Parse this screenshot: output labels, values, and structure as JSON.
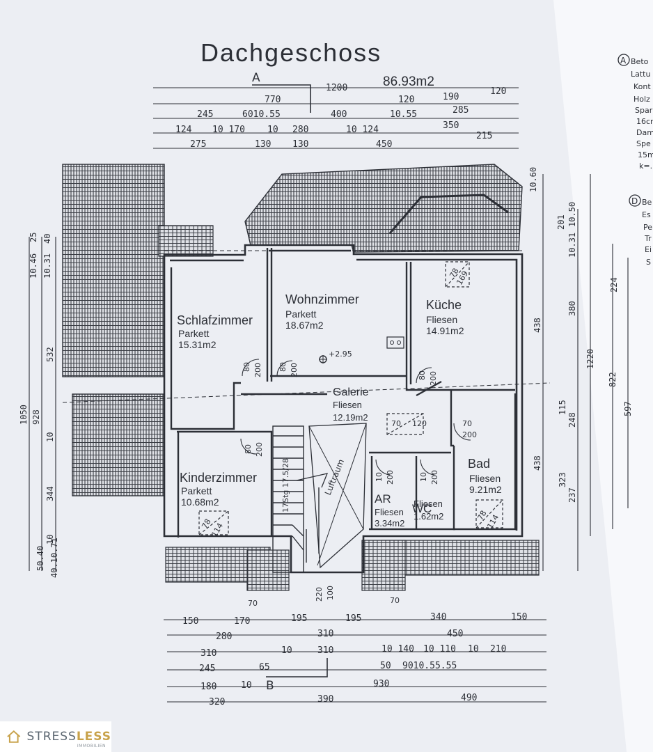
{
  "plan": {
    "title": "Dachgeschoss",
    "area_total": "86.93m2",
    "section_a": "A",
    "section_b": "B",
    "stair_label": "17Stg 17.5/28",
    "airspace_label": "Luftraum",
    "height_mark": "+2.95"
  },
  "rooms": [
    {
      "name": "Schlafzimmer",
      "floor": "Parkett",
      "area": "15.31m2"
    },
    {
      "name": "Wohnzimmer",
      "floor": "Parkett",
      "area": "18.67m2"
    },
    {
      "name": "Küche",
      "floor": "Fliesen",
      "area": "14.91m2"
    },
    {
      "name": "Galerie",
      "floor": "Fliesen",
      "area": "12.19m2"
    },
    {
      "name": "Kinderzimmer",
      "floor": "Parkett",
      "area": "10.68m2"
    },
    {
      "name": "AR",
      "floor": "Fliesen",
      "area": "3.34m2"
    },
    {
      "name": "WC",
      "floor": "Fliesen",
      "area": "1.62m2"
    },
    {
      "name": "Bad",
      "floor": "Fliesen",
      "area": "9.21m2"
    }
  ],
  "dimensions_top": [
    [
      "1200"
    ],
    [
      "770",
      "120",
      "190",
      "120"
    ],
    [
      "245",
      "6010.55",
      "400",
      "10.55",
      "285"
    ],
    [
      "124",
      "10 170",
      "10",
      "280",
      "10 124",
      "350"
    ],
    [
      "275",
      "130",
      "130",
      "450",
      "215"
    ]
  ],
  "dimensions_bottom": [
    [
      "150",
      "170",
      "195",
      "195",
      "340",
      "150"
    ],
    [
      "280",
      "310",
      "450"
    ],
    [
      "310",
      "10",
      "310",
      "10 140",
      "10 110",
      "10",
      "210"
    ],
    [
      "245",
      "65",
      "50",
      "9010.55.55"
    ],
    [
      "180",
      "10",
      "930"
    ],
    [
      "320",
      "390",
      "490"
    ]
  ],
  "dimensions_left": [
    "1050",
    "928",
    "532",
    "344",
    "10.46",
    "10.31",
    "25",
    "40",
    "10",
    "10",
    "50.40",
    "40.10.71"
  ],
  "dimensions_right": [
    "438",
    "438",
    "1220",
    "822",
    "597",
    "380",
    "248",
    "323",
    "237",
    "224",
    "115",
    "201",
    "10.60",
    "10.31",
    "10.50"
  ],
  "door_labels": [
    "80",
    "200",
    "80",
    "200",
    "80",
    "200",
    "80",
    "200",
    "70",
    "200",
    "70",
    "120",
    "10",
    "200",
    "10",
    "200",
    "78",
    "169",
    "78",
    "114",
    "78",
    "114",
    "70",
    "70",
    "220",
    "100"
  ],
  "legend_fragments": [
    "A",
    "Beto",
    "Lattu",
    "Kont",
    "Holz",
    "Spar",
    "16cr",
    "Dam",
    "Spe",
    "15m",
    "k=.",
    "D",
    "Be",
    "Es",
    "Pe",
    "Tr",
    "Ei",
    "S"
  ],
  "logo": {
    "brand_a": "STRESS",
    "brand_b": "LESS",
    "sub": "IMMOBILIEN"
  },
  "colors": {
    "ink": "#2c2f36",
    "paper": "#eceef3",
    "tile": "#3a3d44",
    "brand_gold": "#c8a24a",
    "brand_grey": "#5b6670"
  }
}
